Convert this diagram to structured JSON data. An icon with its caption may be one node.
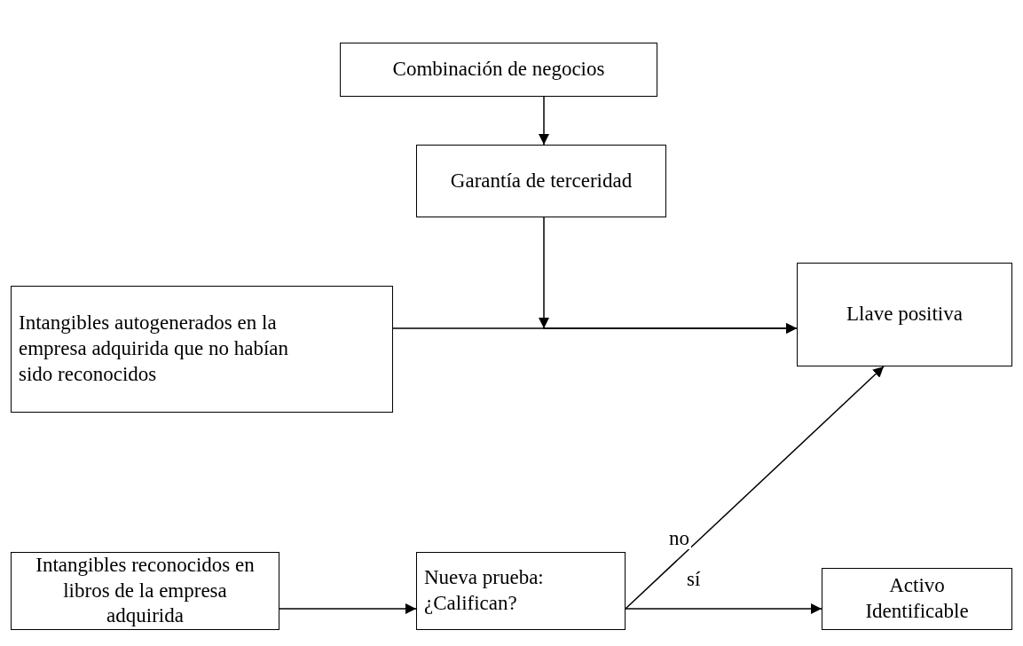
{
  "diagram": {
    "nodes": [
      {
        "text": [
          "Combinación de negocios"
        ]
      },
      {
        "text": [
          "Garantía de terceridad"
        ]
      },
      {
        "text": [
          "Intangibles autogenerados en la empresa adquirida que no habían sido reconocidos"
        ]
      },
      {
        "text": [
          "Llave positiva"
        ]
      },
      {
        "text": [
          "Intangibles reconocidos en libros de la empresa adquirida"
        ]
      },
      {
        "text": [
          "Nueva prueba: ¿Califican?"
        ]
      },
      {
        "text": [
          "Activo Identificable"
        ]
      }
    ],
    "edges": [
      {
        "from": 0,
        "to": 1,
        "arrow": "to"
      },
      {
        "from": 1,
        "to": 3,
        "arrow": "to"
      },
      {
        "from": 2,
        "to": 3,
        "arrow": "to"
      },
      {
        "from": 4,
        "to": 5,
        "arrow": "to"
      },
      {
        "from": 5,
        "to": 3,
        "arrow": "to",
        "label": "no"
      },
      {
        "from": 5,
        "to": 6,
        "arrow": "to",
        "label": "sí"
      }
    ]
  }
}
